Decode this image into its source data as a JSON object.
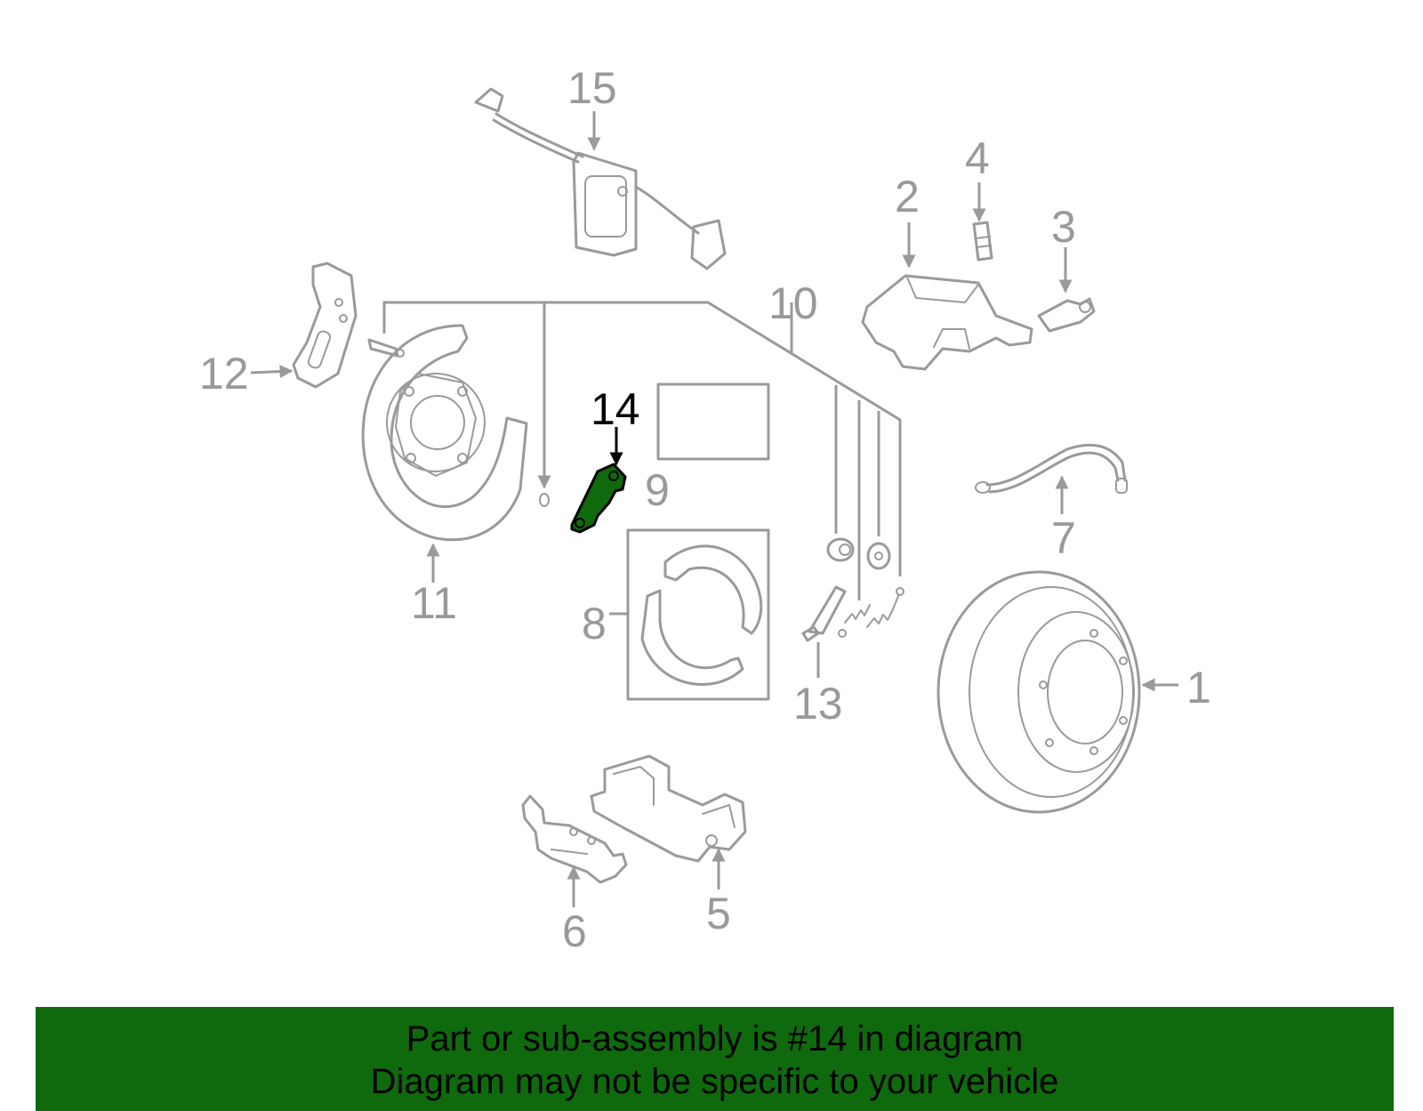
{
  "callouts": {
    "c1": "1",
    "c2": "2",
    "c3": "3",
    "c4": "4",
    "c5": "5",
    "c6": "6",
    "c7": "7",
    "c8": "8",
    "c9": "9",
    "c10": "10",
    "c11": "11",
    "c12": "12",
    "c13": "13",
    "c14": "14",
    "c15": "15"
  },
  "highlighted_part": "14",
  "colors": {
    "highlight_fill": "#0f6a0d",
    "part_stroke": "#9a9a9a",
    "banner_background": "#0f6a0d"
  },
  "footer": {
    "line1": "Part or sub-assembly is #14 in diagram",
    "line2": "Diagram may not be specific to your vehicle"
  }
}
